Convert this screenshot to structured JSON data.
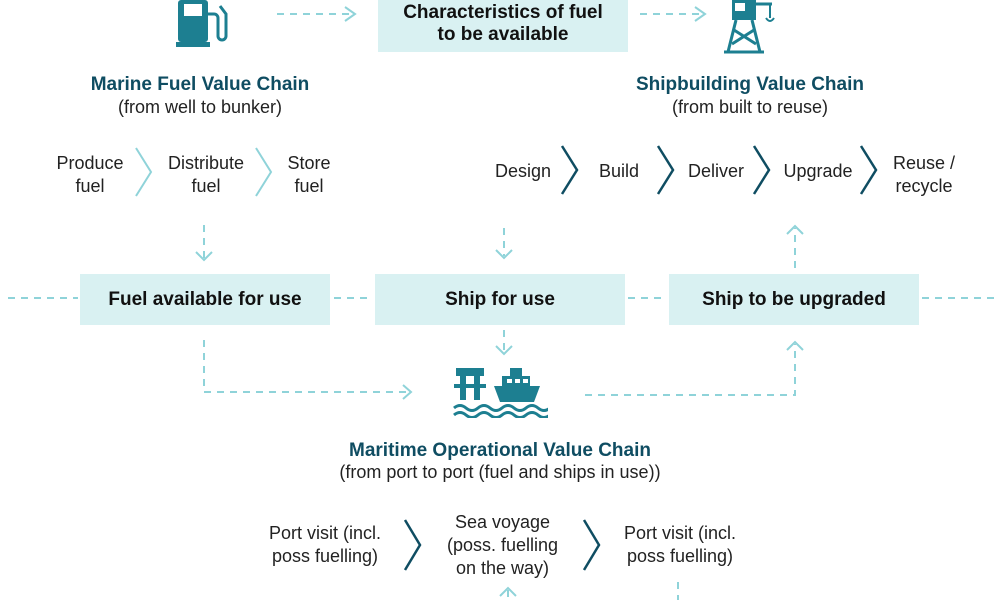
{
  "top_box": {
    "line1": "Characteristics of fuel",
    "line2": "to be available"
  },
  "fuel_chain": {
    "title": "Marine Fuel Value Chain",
    "subtitle": "(from well to bunker)",
    "icon": "fuel-pump-icon",
    "steps": [
      {
        "line1": "Produce",
        "line2": "fuel"
      },
      {
        "line1": "Distribute",
        "line2": "fuel"
      },
      {
        "line1": "Store",
        "line2": "fuel"
      }
    ]
  },
  "ship_chain": {
    "title": "Shipbuilding Value Chain",
    "subtitle": "(from built to reuse)",
    "icon": "crane-icon",
    "steps": [
      {
        "line1": "Design",
        "line2": ""
      },
      {
        "line1": "Build",
        "line2": ""
      },
      {
        "line1": "Deliver",
        "line2": ""
      },
      {
        "line1": "Upgrade",
        "line2": ""
      },
      {
        "line1": "Reuse /",
        "line2": "recycle"
      }
    ]
  },
  "middle_boxes": {
    "fuel": "Fuel available for use",
    "ship": "Ship for use",
    "upgrade": "Ship to be upgraded"
  },
  "maritime_chain": {
    "title": "Maritime Operational Value Chain",
    "subtitle": "(from port to port (fuel and ships in use))",
    "icon": "port-and-ship-icon",
    "steps": [
      {
        "line1": "Port visit (incl.",
        "line2": "poss fuelling)",
        "line3": ""
      },
      {
        "line1": "Sea voyage",
        "line2": "(poss. fuelling",
        "line3": "on the way)"
      },
      {
        "line1": "Port visit (incl.",
        "line2": "poss fuelling)",
        "line3": ""
      }
    ]
  },
  "colors": {
    "teal": "#1d7f91",
    "dark_teal": "#0f4d62",
    "light_teal": "#8fd3d9",
    "box_fill": "#d9f1f2"
  }
}
